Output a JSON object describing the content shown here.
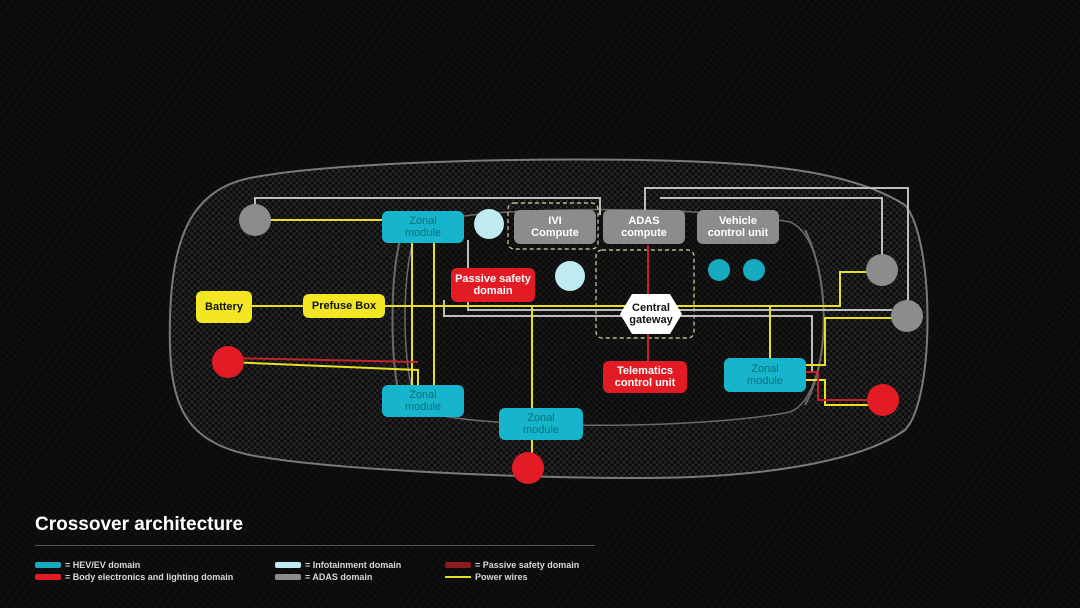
{
  "title": "Crossover architecture",
  "colors": {
    "hev_ev": "#16aabf",
    "body_lighting": "#e21b25",
    "infotainment": "#bfeaf2",
    "adas": "#8c8c8c",
    "passive_safety": "#8a1b1f",
    "power": "#e8df27"
  },
  "nodes": {
    "zonal_front_left": {
      "line1": "Zonal",
      "line2": "module"
    },
    "zonal_rear_left": {
      "line1": "Zonal",
      "line2": "module"
    },
    "zonal_center": {
      "line1": "Zonal",
      "line2": "module"
    },
    "zonal_rear_right": {
      "line1": "Zonal",
      "line2": "module"
    },
    "ivi": {
      "line1": "IVI",
      "line2": "Compute"
    },
    "adas": {
      "line1": "ADAS",
      "line2": "compute"
    },
    "vcu": {
      "line1": "Vehicle",
      "line2": "control unit"
    },
    "passive": {
      "line1": "Passive safety",
      "line2": "domain"
    },
    "battery": {
      "line1": "Battery"
    },
    "prefuse": {
      "line1": "Prefuse Box"
    },
    "gateway": {
      "line1": "Central",
      "line2": "gateway"
    },
    "telematics": {
      "line1": "Telematics",
      "line2": "control unit"
    }
  },
  "legend": [
    {
      "label": "= HEV/EV domain",
      "color": "#16aabf"
    },
    {
      "label": "= Body electronics and lighting domain",
      "color": "#e21b25"
    },
    {
      "label": "= Infotainment domain",
      "color": "#bfeaf2"
    },
    {
      "label": "= ADAS domain",
      "color": "#8c8c8c"
    },
    {
      "label": "= Passive safety domain",
      "color": "#8a1b1f"
    },
    {
      "label": "Power wires",
      "color": "#e8df27"
    }
  ]
}
